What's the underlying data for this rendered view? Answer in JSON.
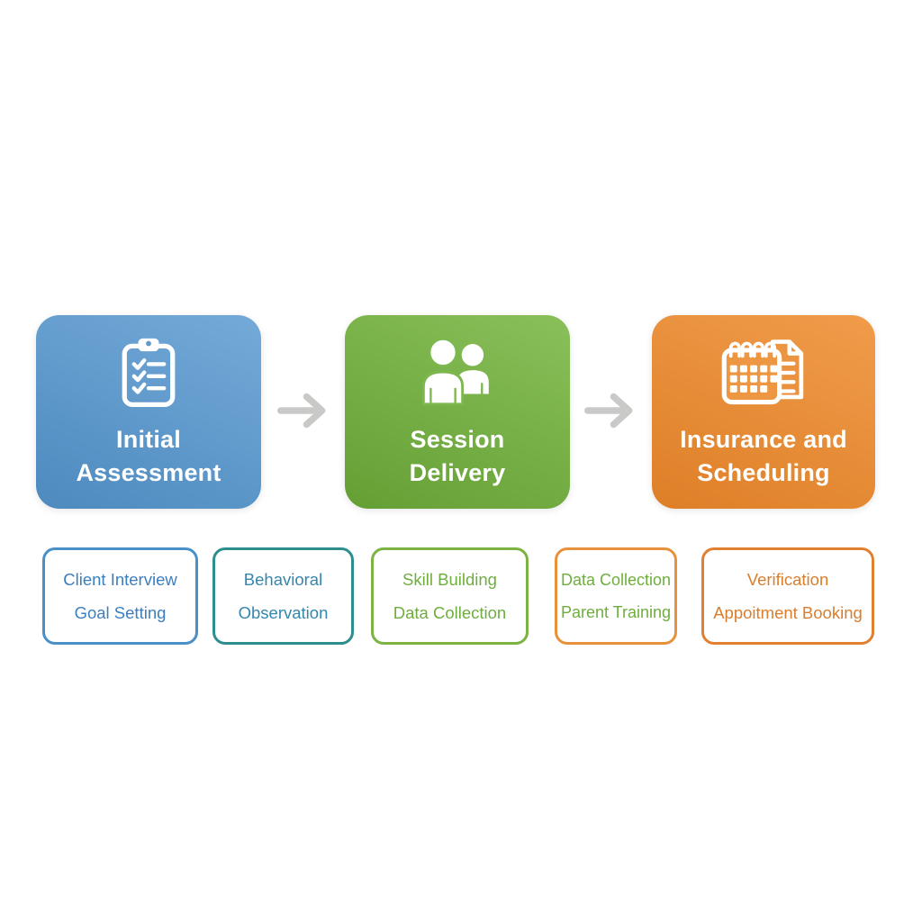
{
  "stages": [
    {
      "line1": "Initial",
      "line2": "Assessment",
      "icon": "clipboard-checklist-icon",
      "gradient_top": "#73aad8",
      "gradient_bottom": "#4e8abf",
      "icon_mid": "#5e9bcd"
    },
    {
      "line1": "Session",
      "line2": "Delivery",
      "icon": "people-icon",
      "gradient_top": "#8ac05a",
      "gradient_bottom": "#649f34",
      "icon_mid": "#7db84e"
    },
    {
      "line1": "Insurance and",
      "line2": "Scheduling",
      "icon": "calendar-document-icon",
      "gradient_top": "#f09c4b",
      "gradient_bottom": "#de7f27",
      "icon_mid": "#ed9743"
    }
  ],
  "arrows": {
    "icon": "right-arrow-icon",
    "color": "#c9cac8"
  },
  "substeps": [
    {
      "line1": "Client Interview",
      "line2": "Goal Setting",
      "border_color": "#4a90c8",
      "text_color": "#3b7fc0"
    },
    {
      "line1": "Behavioral",
      "line2": "Observation",
      "border_color": "#2e8e8e",
      "text_color": "#3486ad"
    },
    {
      "line1": "Skill Building",
      "line2": "Data Collection",
      "border_color": "#7cb342",
      "text_color": "#6fae3e"
    },
    {
      "line1": "Data Collection",
      "line2": "Parent Training",
      "border_color": "#e8913c",
      "text_color": "#6fae3e"
    },
    {
      "line1": "Verification",
      "line2": "Appoitment Booking",
      "border_color": "#e08030",
      "text_color": "#d97e2e"
    }
  ]
}
